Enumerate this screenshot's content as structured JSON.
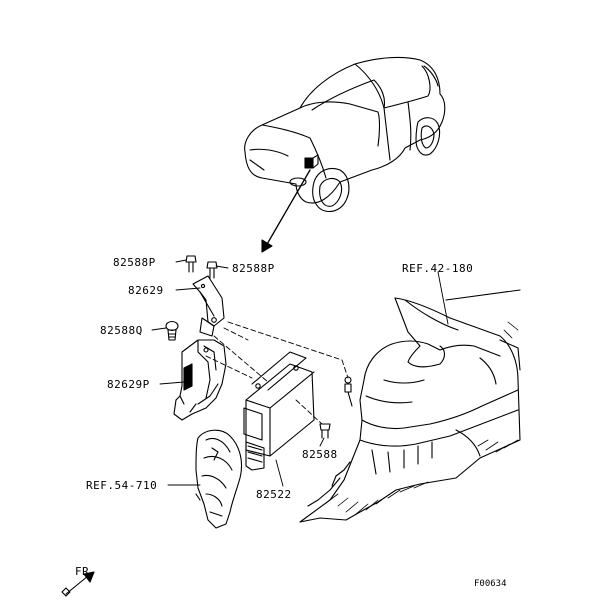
{
  "diagram": {
    "callouts": {
      "p1": "82588P",
      "p2": "82588P",
      "bracket": "82629",
      "q": "82588Q",
      "cover": "82629P",
      "bolt": "82588",
      "ecu": "82522",
      "ref_right": "REF.42-180",
      "ref_left": "REF.54-710"
    },
    "direction_label": "FR",
    "figure_code": "F00634"
  },
  "colors": {
    "line": "#000000",
    "background": "#ffffff"
  }
}
